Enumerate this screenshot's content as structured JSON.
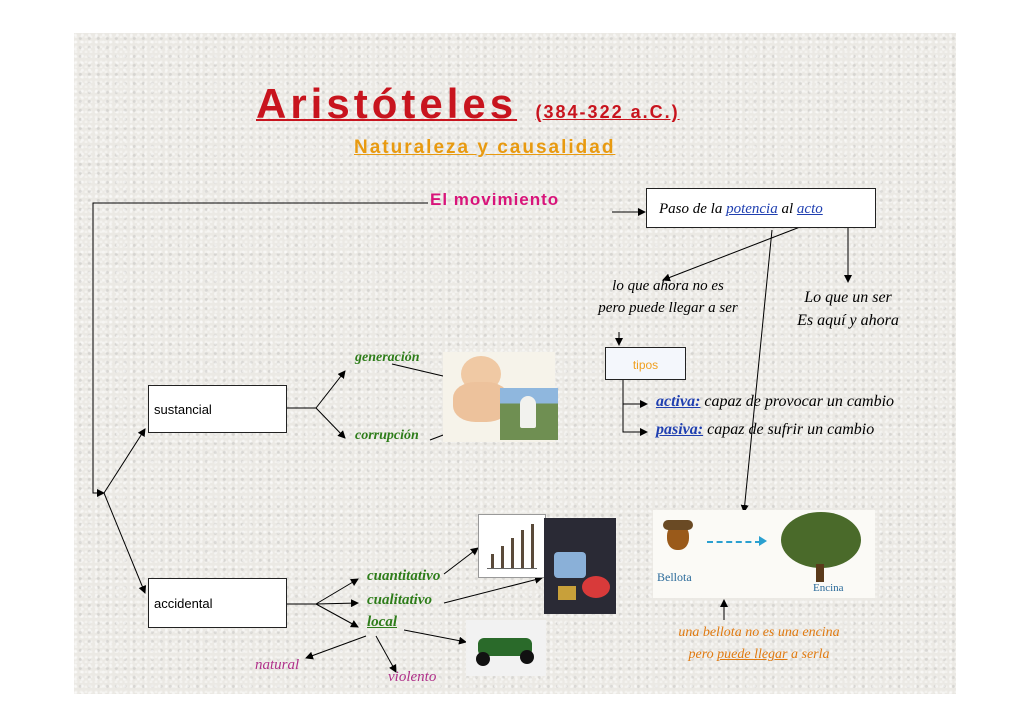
{
  "title": {
    "main": "Aristóteles",
    "dates": "(384-322 a.C.)",
    "subtitle": "Naturaleza y causalidad"
  },
  "movement": {
    "heading": "El movimiento",
    "definition": {
      "prefix": "Paso de la ",
      "potencia": "potencia",
      "middle": " al ",
      "acto": "acto"
    },
    "potencia_desc": [
      "lo que ahora no es",
      "pero puede llegar a ser"
    ],
    "acto_desc": [
      "Lo que un ser",
      "Es aquí y ahora"
    ],
    "tipos_label": "tipos",
    "activa": {
      "term": "activa:",
      "desc": " capaz de provocar un cambio"
    },
    "pasiva": {
      "term": "pasiva:",
      "desc": " capaz de sufrir un cambio"
    }
  },
  "sustancial": {
    "label": "sustancial",
    "generacion": "generación",
    "corrupcion": "corrupción"
  },
  "accidental": {
    "label": "accidental",
    "cuantitativo": "cuantitativo",
    "cualitativo": "cualitativo",
    "local": "local",
    "natural": "natural",
    "violento": "violento"
  },
  "acorn_example": {
    "bellota_label": "Bellota",
    "encina_label": "Encina",
    "caption_line1": "una bellota no es una encina",
    "caption_prefix": "pero ",
    "caption_underlined": "puede llegar",
    "caption_suffix": " a serla"
  },
  "colors": {
    "title_red": "#c8141e",
    "subtitle_orange": "#e89a10",
    "heading_magenta": "#d8147a",
    "link_blue": "#1f3fb0",
    "green_text": "#2e7d1a",
    "tipos_orange": "#f0a020",
    "caption_orange": "#e07a10",
    "natural_magenta": "#b0308a"
  }
}
